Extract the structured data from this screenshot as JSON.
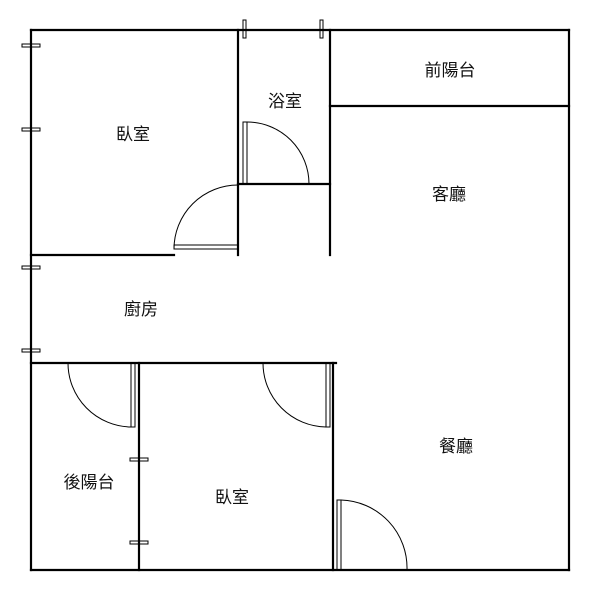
{
  "rooms": {
    "front_balcony": "前陽台",
    "bathroom": "浴室",
    "bedroom_top": "臥室",
    "living_room": "客廳",
    "kitchen": "廚房",
    "dining_room": "餐廳",
    "rear_balcony": "後陽台",
    "bedroom_bottom": "臥室"
  }
}
